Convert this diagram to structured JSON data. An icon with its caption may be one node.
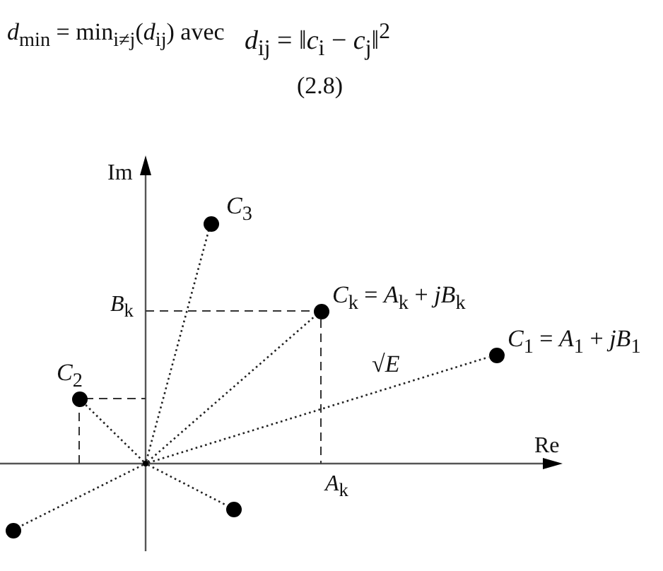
{
  "diagram": {
    "nodes": [
      {
        "text": [],
        "shape": "circle",
        "beside": [
          "*C*$_{3}$"
        ]
      },
      {
        "text": [],
        "shape": "circle",
        "beside": [
          "*C*$_{k}$ = *A*$_{k}$ + *jB*$_{k}$"
        ]
      },
      {
        "text": [],
        "shape": "circle",
        "beside": [
          "*C*$_{1}$ = *A*$_{1}$ + *jB*$_{1}$"
        ]
      },
      {
        "text": [],
        "shape": "circle",
        "beside": [
          "*C*$_{2}$"
        ]
      },
      {
        "text": [],
        "shape": "circle"
      },
      {
        "text": [],
        "shape": "circle"
      },
      {
        "text": [],
        "shape": "circle"
      }
    ],
    "edges": [
      {
        "from": 4,
        "to": 0,
        "arrow": "none"
      },
      {
        "from": 4,
        "to": 1,
        "arrow": "none"
      },
      {
        "from": 4,
        "to": 2,
        "arrow": "none",
        "label": "√*E*"
      },
      {
        "from": 4,
        "to": 3,
        "arrow": "none"
      },
      {
        "from": 4,
        "to": 5,
        "arrow": "none"
      },
      {
        "from": 4,
        "to": 6,
        "arrow": "none"
      }
    ],
    "labels": [
      "*d*$_{min}$ = min$_{i≠j}$(*d*$_{ij}$)  avec",
      "*d*$_{ij}$ = ‖*c*$_{i}$ − *c*$_{j}$‖$^{2}$",
      "(2.8)",
      "Im",
      "*B*$_{k}$",
      "Re",
      "*A*$_{k}$"
    ]
  }
}
